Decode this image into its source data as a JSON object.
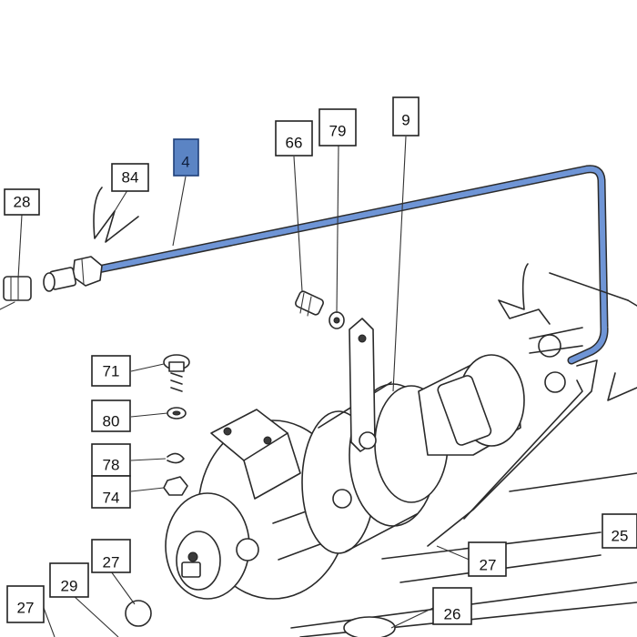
{
  "highlight_color": "#6f95d6",
  "callouts": [
    {
      "id": "c28a",
      "label": "28"
    },
    {
      "id": "c84",
      "label": "84"
    },
    {
      "id": "c4",
      "label": "4",
      "highlighted": true
    },
    {
      "id": "c66",
      "label": "66"
    },
    {
      "id": "c79",
      "label": "79"
    },
    {
      "id": "c9",
      "label": "9"
    },
    {
      "id": "c71",
      "label": "71"
    },
    {
      "id": "c80",
      "label": "80"
    },
    {
      "id": "c78",
      "label": "78"
    },
    {
      "id": "c74",
      "label": "74"
    },
    {
      "id": "c27a",
      "label": "27"
    },
    {
      "id": "c29",
      "label": "29"
    },
    {
      "id": "c27b",
      "label": "27"
    },
    {
      "id": "c27c",
      "label": "27"
    },
    {
      "id": "c26",
      "label": "26"
    },
    {
      "id": "c25",
      "label": "25"
    }
  ]
}
